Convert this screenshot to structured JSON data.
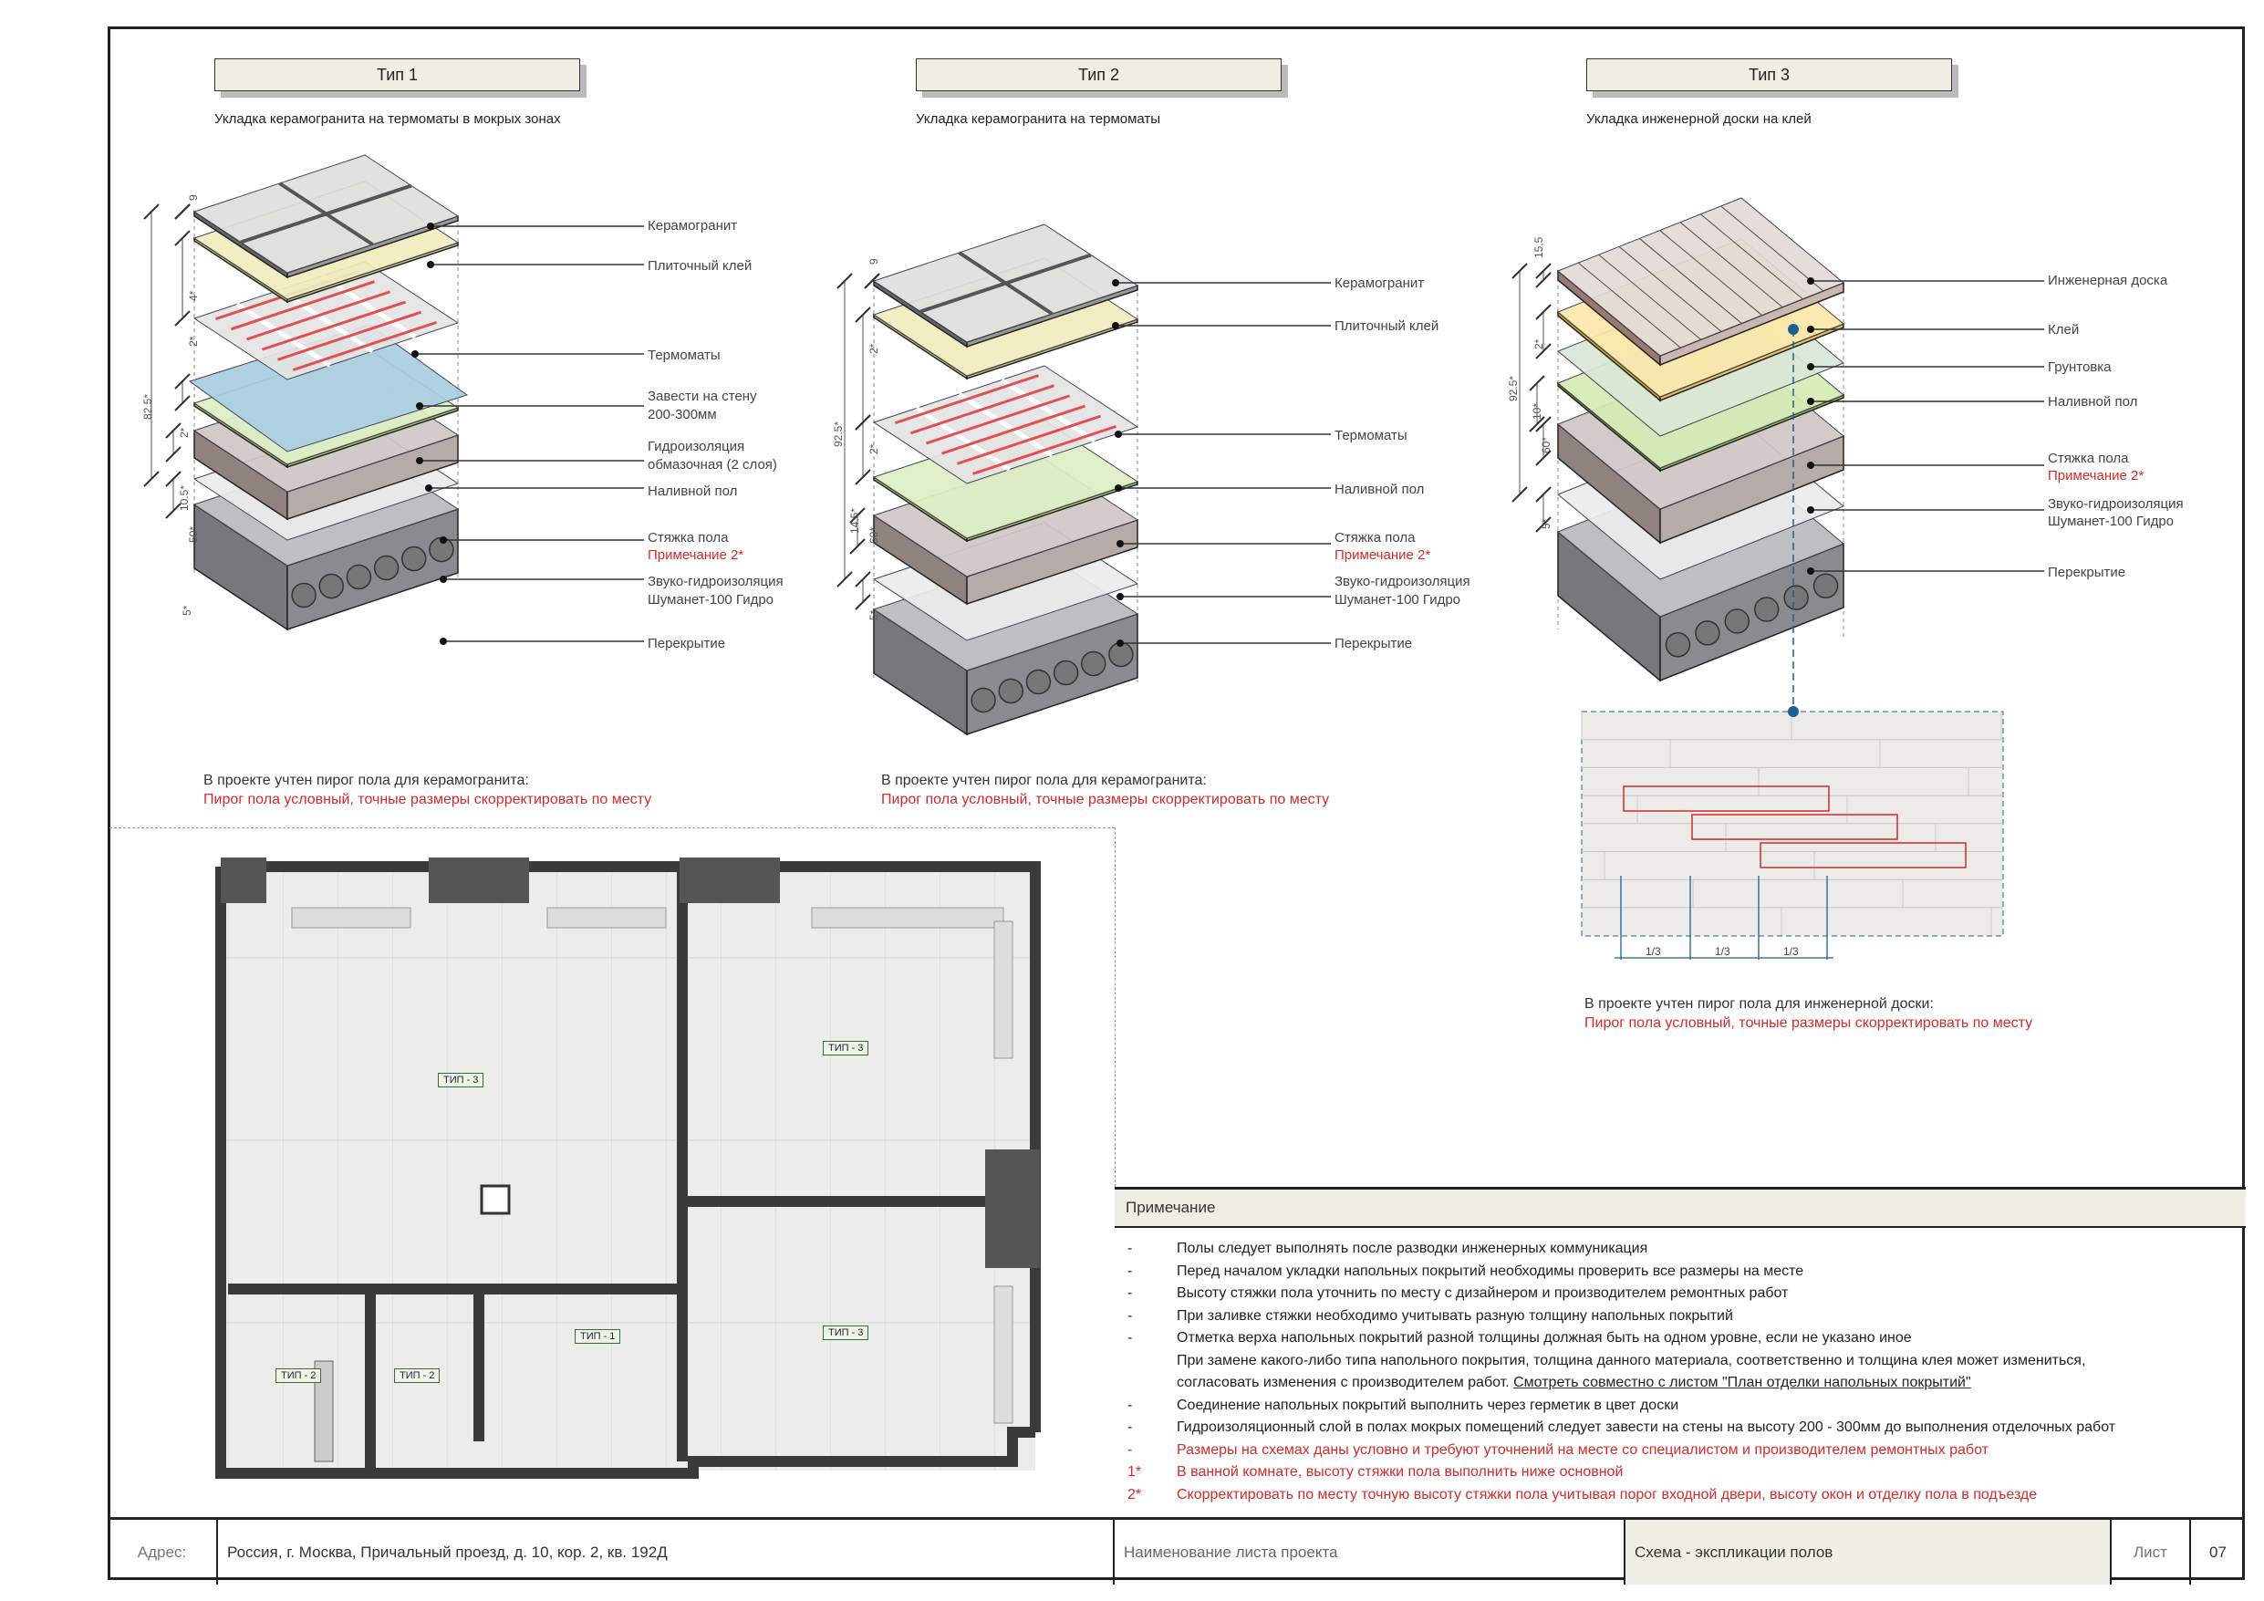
{
  "types": [
    {
      "title": "Тип 1",
      "subtitle": "Укладка керамогранита на термоматы в мокрых зонах",
      "labels": [
        "Керамогранит",
        "Плиточный клей",
        "Термоматы",
        "Завести на стену",
        "200-300мм",
        "Гидроизоляция",
        "обмазочная (2 слоя)",
        "Наливной пол",
        "Стяжка пола",
        "Примечание 2*",
        "Звуко-гидроизоляция",
        "Шуманет-100 Гидро",
        "Перекрытие"
      ],
      "dims": [
        "9",
        "4*",
        "2*",
        "2*",
        "10.5*",
        "50*",
        "5*",
        "82.5*"
      ],
      "note": "В проекте учтен пирог пола для керамогранита:",
      "note_red": "Пирог пола условный, точные размеры скорректировать по месту"
    },
    {
      "title": "Тип 2",
      "subtitle": "Укладка керамогранита на термоматы",
      "labels": [
        "Керамогранит",
        "Плиточный клей",
        "Термоматы",
        "Наливной пол",
        "Стяжка пола",
        "Примечание 2*",
        "Звуко-гидроизоляция",
        "Шуманет-100 Гидро",
        "Перекрытие"
      ],
      "dims": [
        "9",
        "2*",
        "2*",
        "14.5*",
        "60*",
        "5*",
        "92.5*"
      ],
      "note": "В проекте учтен пирог пола для керамогранита:",
      "note_red": "Пирог пола условный, точные размеры скорректировать по месту"
    },
    {
      "title": "Тип 3",
      "subtitle": "Укладка инженерной доски на клей",
      "labels": [
        "Инженерная доска",
        "Клей",
        "Грунтовка",
        "Наливной пол",
        "Стяжка пола",
        "Примечание 2*",
        "Звуко-гидроизоляция",
        "Шуманет-100 Гидро",
        "Перекрытие"
      ],
      "dims": [
        "15,5",
        "2*",
        "10*",
        "60*",
        "5*",
        "92.5*"
      ],
      "thirds": [
        "1/3",
        "1/3",
        "1/3"
      ],
      "note": "В проекте учтен пирог пола для инженерной доски:",
      "note_red": "Пирог пола условный, точные размеры скорректировать по месту"
    }
  ],
  "plan": {
    "tags": [
      "ТИП - 3",
      "ТИП - 3",
      "ТИП - 3",
      "ТИП - 2",
      "ТИП - 2",
      "ТИП - 1"
    ]
  },
  "notes": {
    "title": "Примечание",
    "items": [
      {
        "mark": "-",
        "text": "Полы следует выполнять после разводки инженерных коммуникация"
      },
      {
        "mark": "-",
        "text": "Перед началом укладки напольных покрытий необходимы проверить все размеры на месте"
      },
      {
        "mark": "-",
        "text": "Высоту стяжки пола уточнить по месту с дизайнером и производителем ремонтных работ"
      },
      {
        "mark": "-",
        "text": "При заливке стяжки необходимо учитывать разную толщину напольных покрытий"
      },
      {
        "mark": "-",
        "text": "Отметка верха напольных покрытий разной толщины должная быть на одном уровне, если не указано иное"
      },
      {
        "mark": "",
        "text": "При замене какого-либо типа напольного покрытия, толщина данного материала, соответственно и толщина клея может измениться,"
      },
      {
        "mark": "",
        "text": "согласовать изменения с производителем работ.",
        "link": "Смотреть совместно с листом \"План отделки напольных покрытий\""
      },
      {
        "mark": "-",
        "text": "Соединение напольных покрытий выполнить через герметик в цвет доски"
      },
      {
        "mark": "-",
        "text": "Гидроизоляционный слой в полах мокрых помещений следует завести на стены на высоту 200 - 300мм до выполнения отделочных работ"
      },
      {
        "mark": "-",
        "text": "Размеры на схемах даны условно и требуют уточнений на месте со специалистом и производителем ремонтных работ",
        "red": true
      },
      {
        "mark": "1*",
        "text": "В ванной комнате, высоту стяжки пола выполнить ниже основной",
        "red": true
      },
      {
        "mark": "2*",
        "text": "Скорректировать по месту точную высоту стяжки пола учитывая порог входной двери, высоту окон и отделку пола в подъезде",
        "red": true
      }
    ]
  },
  "footer": {
    "address_label": "Адрес:",
    "address": "Россия, г. Москва, Причальный проезд, д. 10, кор. 2, кв. 192Д",
    "sheet_name_label": "Наименование листа проекта",
    "sheet_name": "Схема - экспликации полов",
    "sheet_label": "Лист",
    "sheet_number": "07"
  },
  "colors": {
    "accent_red": "#d42a2a",
    "header_bg": "#eeeee4",
    "marker_blue": "#1f5f8f"
  }
}
